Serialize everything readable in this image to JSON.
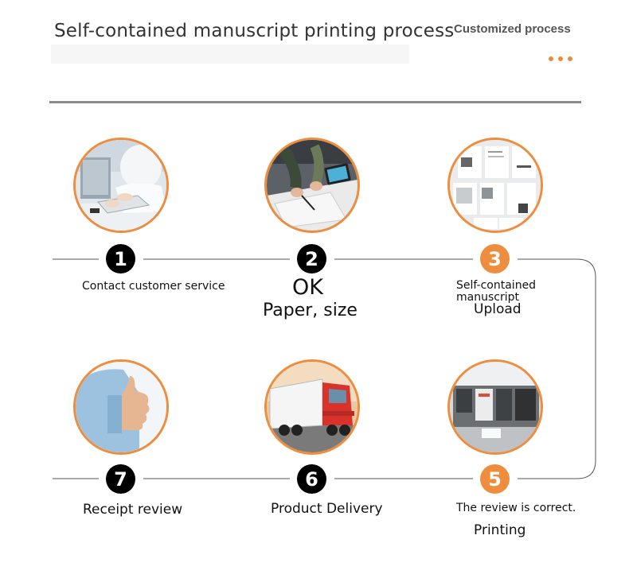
{
  "header": {
    "title": "Self-contained manuscript printing process",
    "subtitle": "Customized process",
    "accent_color": "#ef8d3e"
  },
  "steps": [
    {
      "number": "1",
      "label": "Contact customer service",
      "image": "customer-service-photo"
    },
    {
      "number": "2",
      "label_line1": "OK",
      "label_line2": "Paper, size",
      "image": "paper-selection-photo"
    },
    {
      "number": "3",
      "label_line1": "Self-contained",
      "label_line2": "manuscript",
      "label_line3": "Upload",
      "image": "manuscript-layout-photo"
    },
    {
      "number": "5",
      "label_line1": "The review is correct.",
      "label_line2": "Printing",
      "image": "printing-press-photo"
    },
    {
      "number": "6",
      "label": "Product Delivery",
      "image": "delivery-truck-photo"
    },
    {
      "number": "7",
      "label": "Receipt review",
      "image": "thumbs-up-photo"
    }
  ]
}
